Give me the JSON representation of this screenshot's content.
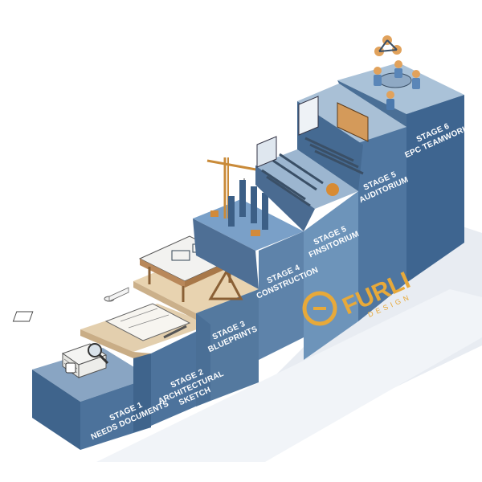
{
  "stages": [
    {
      "line1": "STAGE 1",
      "line2": "NEEDS DOCUMENTS",
      "line3": ""
    },
    {
      "line1": "STAGE 2",
      "line2": "ARCHITECTURAL",
      "line3": "SKETCH"
    },
    {
      "line1": "STAGE 3",
      "line2": "BLUEPRINTS",
      "line3": ""
    },
    {
      "line1": "STAGE 4",
      "line2": "CONSTRUCTION",
      "line3": ""
    },
    {
      "line1": "STAGE 5",
      "line2": "FINSITORIUM",
      "line3": ""
    },
    {
      "line1": "STAGE 5",
      "line2": "AUDITORIUM",
      "line3": ""
    },
    {
      "line1": "STAGE 6",
      "line2": "EPC TEAMWORK",
      "line3": ""
    }
  ],
  "logo": {
    "name": "FURLI",
    "tagline": "DESIGN"
  },
  "colors": {
    "blue": "#4a6f96",
    "blueDark": "#3d5f85",
    "blueTop": "#7d9cbc",
    "tan": "#dcc4a1",
    "tanDark": "#c9ad86",
    "accent": "#e7a93a"
  }
}
